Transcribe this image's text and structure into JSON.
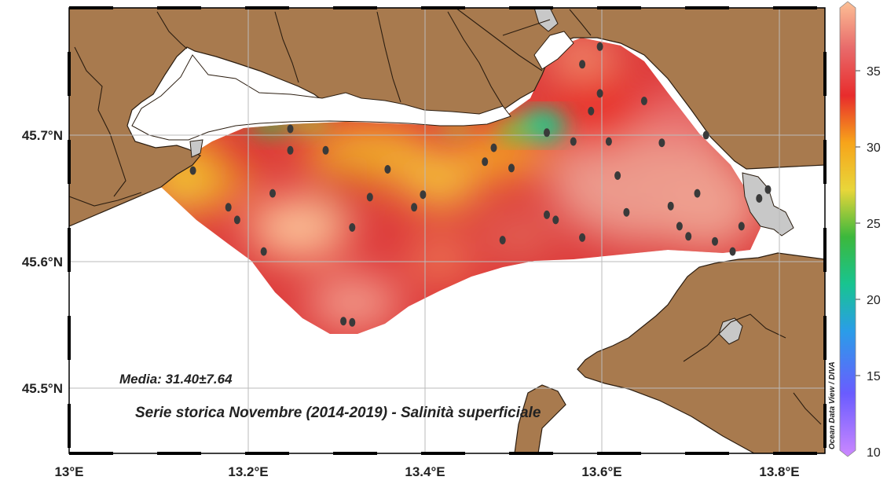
{
  "map": {
    "lon_ticks": [
      "13°E",
      "13.2°E",
      "13.4°E",
      "13.6°E",
      "13.8°E"
    ],
    "lat_ticks": [
      "45.7°N",
      "45.6°N",
      "45.5°N"
    ],
    "mean_label": "Media: 31.40±7.64",
    "title": "Serie storica Novembre  (2014-2019) - Salinità superficiale",
    "credit": "Ocean Data View / DIVA"
  },
  "colorbar": {
    "ticks": [
      "35",
      "30",
      "25",
      "20",
      "15",
      "10"
    ],
    "min": 10,
    "max": 39,
    "stops": [
      {
        "value": 10,
        "color": "#cc88ff"
      },
      {
        "value": 14,
        "color": "#6a5cff"
      },
      {
        "value": 18,
        "color": "#2a9de8"
      },
      {
        "value": 21,
        "color": "#18c490"
      },
      {
        "value": 24,
        "color": "#3cb83c"
      },
      {
        "value": 27,
        "color": "#e8d63a"
      },
      {
        "value": 30,
        "color": "#f7a41a"
      },
      {
        "value": 33,
        "color": "#e82c2c"
      },
      {
        "value": 36,
        "color": "#e86a6a"
      },
      {
        "value": 39,
        "color": "#fcc096"
      }
    ]
  },
  "colors": {
    "land": "#a87a4e",
    "frame": "#000000",
    "grid": "#bbbbbb",
    "station": "#3a3a3a"
  },
  "stations": [
    {
      "lon": 13.14,
      "lat": 45.672
    },
    {
      "lon": 13.18,
      "lat": 45.643
    },
    {
      "lon": 13.19,
      "lat": 45.633
    },
    {
      "lon": 13.23,
      "lat": 45.654
    },
    {
      "lon": 13.25,
      "lat": 45.705
    },
    {
      "lon": 13.25,
      "lat": 45.688
    },
    {
      "lon": 13.22,
      "lat": 45.608
    },
    {
      "lon": 13.29,
      "lat": 45.688
    },
    {
      "lon": 13.32,
      "lat": 45.627
    },
    {
      "lon": 13.34,
      "lat": 45.651
    },
    {
      "lon": 13.36,
      "lat": 45.673
    },
    {
      "lon": 13.39,
      "lat": 45.643
    },
    {
      "lon": 13.4,
      "lat": 45.653
    },
    {
      "lon": 13.31,
      "lat": 45.553
    },
    {
      "lon": 13.32,
      "lat": 45.552
    },
    {
      "lon": 13.47,
      "lat": 45.679
    },
    {
      "lon": 13.48,
      "lat": 45.69
    },
    {
      "lon": 13.49,
      "lat": 45.617
    },
    {
      "lon": 13.5,
      "lat": 45.674
    },
    {
      "lon": 13.54,
      "lat": 45.702
    },
    {
      "lon": 13.54,
      "lat": 45.637
    },
    {
      "lon": 13.55,
      "lat": 45.633
    },
    {
      "lon": 13.57,
      "lat": 45.695
    },
    {
      "lon": 13.58,
      "lat": 45.756
    },
    {
      "lon": 13.58,
      "lat": 45.619
    },
    {
      "lon": 13.59,
      "lat": 45.719
    },
    {
      "lon": 13.6,
      "lat": 45.77
    },
    {
      "lon": 13.6,
      "lat": 45.733
    },
    {
      "lon": 13.61,
      "lat": 45.695
    },
    {
      "lon": 13.62,
      "lat": 45.668
    },
    {
      "lon": 13.63,
      "lat": 45.639
    },
    {
      "lon": 13.65,
      "lat": 45.727
    },
    {
      "lon": 13.67,
      "lat": 45.694
    },
    {
      "lon": 13.68,
      "lat": 45.644
    },
    {
      "lon": 13.69,
      "lat": 45.628
    },
    {
      "lon": 13.7,
      "lat": 45.62
    },
    {
      "lon": 13.71,
      "lat": 45.654
    },
    {
      "lon": 13.72,
      "lat": 45.7
    },
    {
      "lon": 13.73,
      "lat": 45.616
    },
    {
      "lon": 13.75,
      "lat": 45.608
    },
    {
      "lon": 13.76,
      "lat": 45.628
    },
    {
      "lon": 13.78,
      "lat": 45.65
    },
    {
      "lon": 13.79,
      "lat": 45.657
    }
  ]
}
